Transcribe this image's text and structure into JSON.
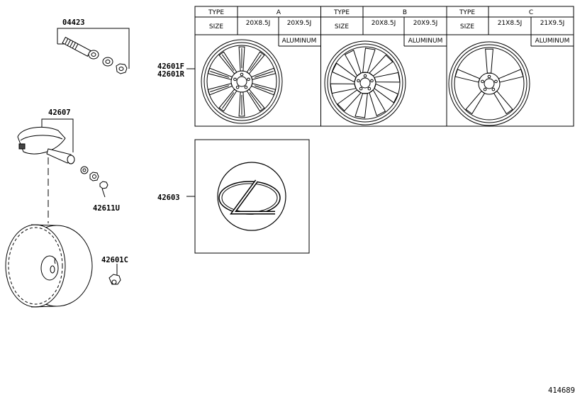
{
  "parts": {
    "valve_kit": "04423",
    "wheel_front": "42601F",
    "wheel_rear": "42601R",
    "sensor": "42607",
    "sensor_nut": "42611U",
    "center_ornament": "42603",
    "balance_weight": "42601C"
  },
  "table": {
    "type_label": "TYPE",
    "size_label": "SIZE",
    "columns": [
      {
        "type": "A",
        "size_front": "20X8.5J",
        "size_rear": "20X9.5J",
        "material": "ALUMINUM"
      },
      {
        "type": "B",
        "size_front": "20X8.5J",
        "size_rear": "20X9.5J",
        "material": "ALUMINUM"
      },
      {
        "type": "C",
        "size_front": "21X8.5J",
        "size_rear": "21X9.5J",
        "material": "ALUMINUM"
      }
    ]
  },
  "diagram_id": "414689"
}
